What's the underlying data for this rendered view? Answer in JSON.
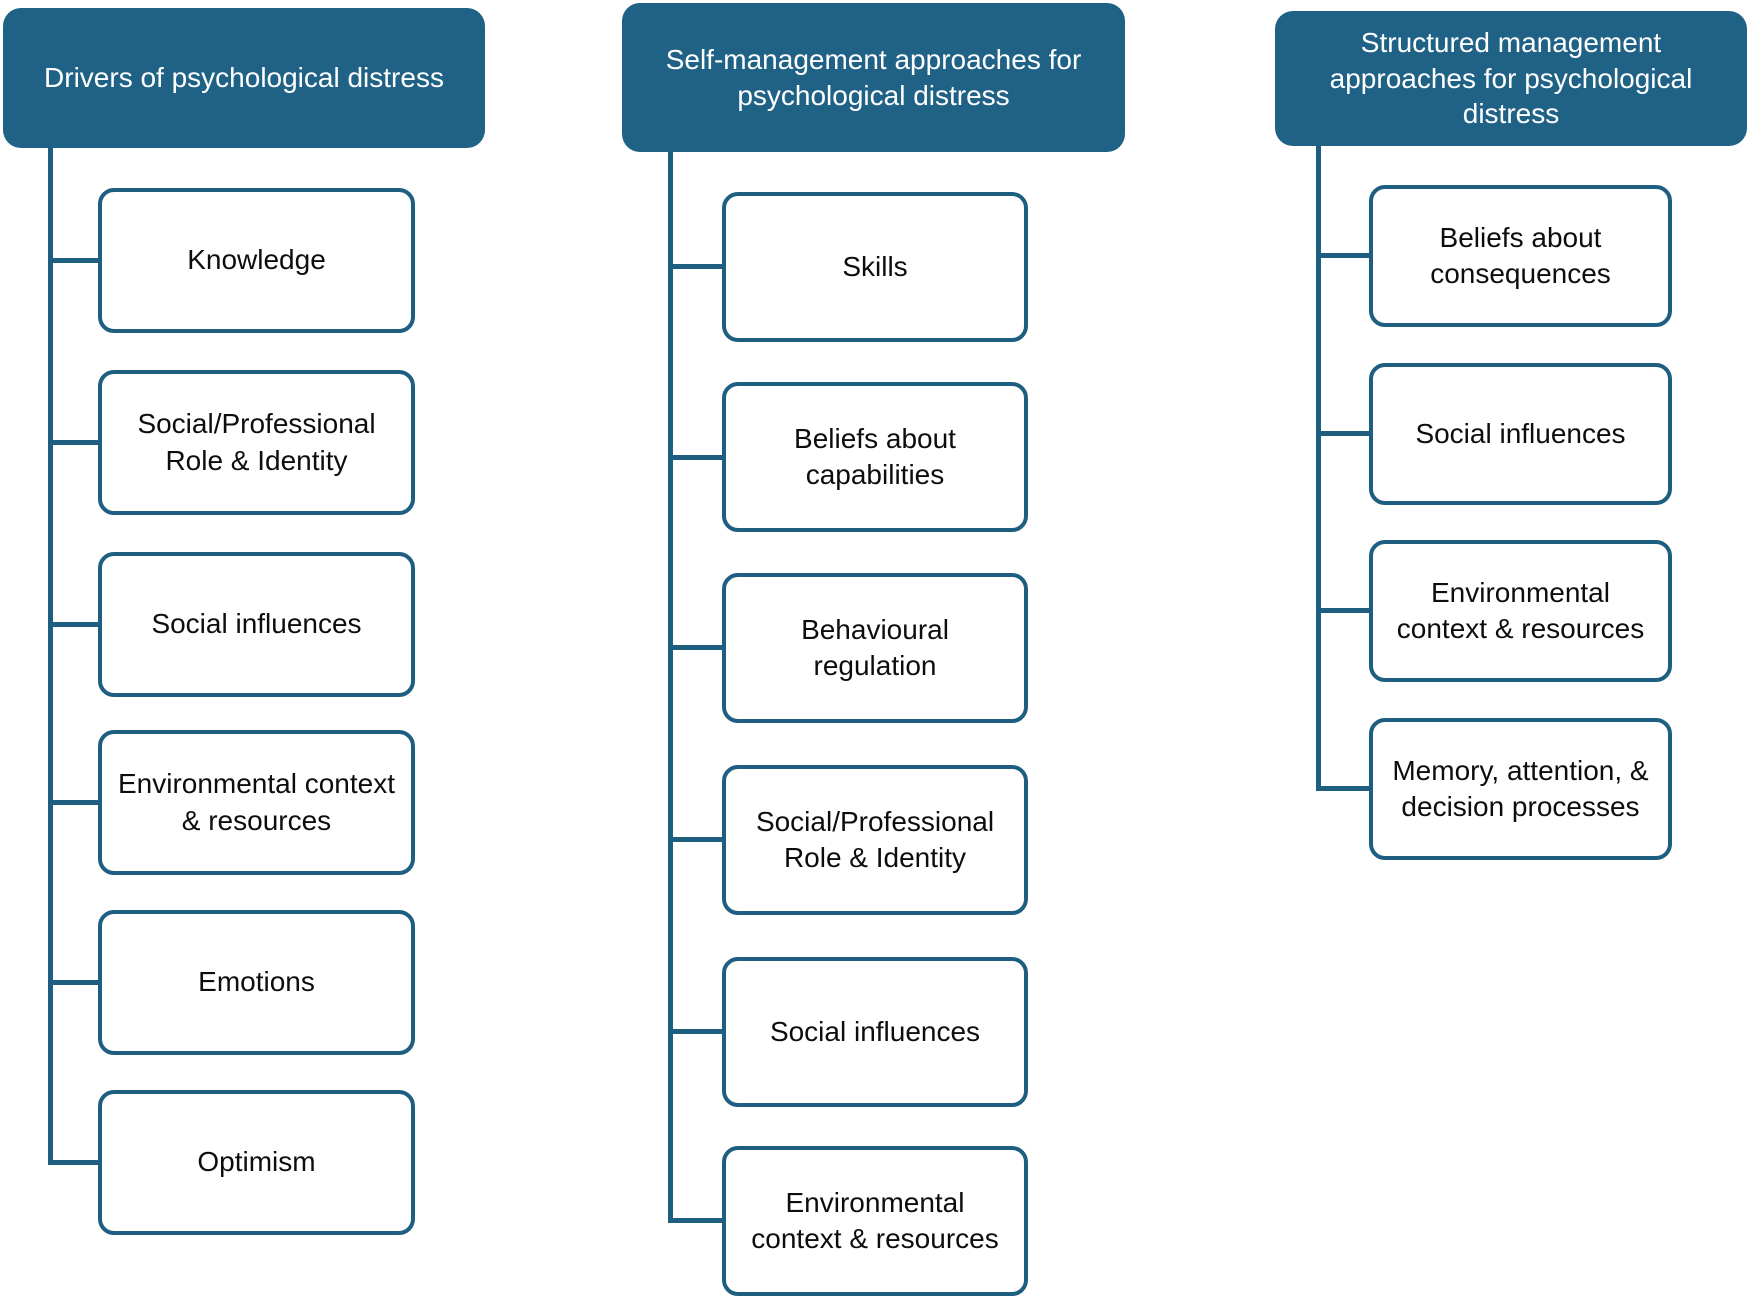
{
  "diagram": {
    "title": "Behaviour-change framework diagram for psychological distress",
    "colors": {
      "header_fill": "#206286",
      "header_text": "#ffffff",
      "box_border": "#1e5e80",
      "box_fill": "#ffffff",
      "box_text": "#0d0d0d",
      "connector_line": "#1e5e80"
    },
    "columns": [
      {
        "header": "Drivers of psychological distress",
        "items": [
          "Knowledge",
          "Social/Professional\nRole & Identity",
          "Social influences",
          "Environmental context\n& resources",
          "Emotions",
          "Optimism"
        ]
      },
      {
        "header": "Self-management approaches for\npsychological distress",
        "items": [
          "Skills",
          "Beliefs about\ncapabilities",
          "Behavioural regulation",
          "Social/Professional\nRole & Identity",
          "Social influences",
          "Environmental\ncontext & resources"
        ]
      },
      {
        "header": "Structured management\napproaches for psychological\ndistress",
        "items": [
          "Beliefs about\nconsequences",
          "Social influences",
          "Environmental\ncontext & resources",
          "Memory, attention, &\ndecision processes"
        ]
      }
    ]
  }
}
